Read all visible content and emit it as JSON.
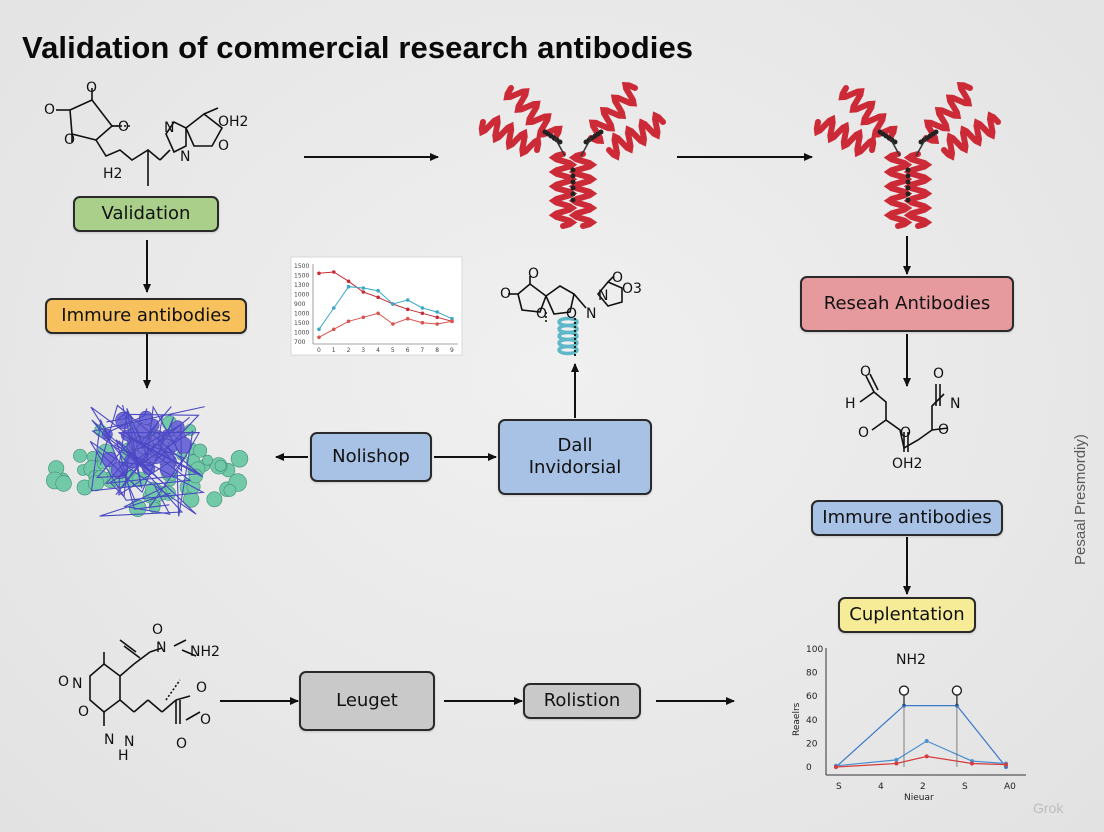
{
  "title": "Validation of commercial research antibodies",
  "boxes": {
    "validation": "Validation",
    "immure_left": "Immure antibodies",
    "nolishop": "Nolishop",
    "dall": "Dall\nInvidorsial",
    "research": "Reseah Antibodies",
    "immure_right": "Immure antibodies",
    "cuplentation": "Cuplentation",
    "leuget": "Leuget",
    "rolistion": "Rolistion"
  },
  "side_text": "Pesaal Presmordiy)",
  "watermark": "Grok",
  "chem_labels": {
    "m1_oh2": "OH2",
    "m1_h2": "H2",
    "m2_o3": "O3",
    "m2_n": "N",
    "m3_h": "H",
    "m3_oh2": "OH2",
    "m4_nh2": "NH2",
    "m4_n": "N",
    "m4_h": "H",
    "o": "O",
    "n": "N"
  },
  "colors": {
    "green": "#a9cf8a",
    "orange": "#f7c25e",
    "blue": "#a8c2e6",
    "red": "#e69a9e",
    "yellow": "#f6ec98",
    "gray": "#c9c9c9",
    "helix_red": "#cc2a36",
    "protein_purple": "#6f6cd8",
    "protein_teal": "#72c9a8",
    "helix_teal": "#5fb8c8"
  },
  "chart_data": [
    {
      "type": "line",
      "title": "",
      "xlabel": "",
      "ylabel": "",
      "categories": [
        "0",
        "1",
        "2",
        "3",
        "4",
        "5",
        "6",
        "7",
        "8",
        "9"
      ],
      "y_tick_labels": [
        "1500",
        "1500",
        "1300",
        "1000",
        "900",
        "1000",
        "1500",
        "1000",
        "700"
      ],
      "series": [
        {
          "color": "#c62c36",
          "values": [
            1380,
            1390,
            1320,
            1240,
            1200,
            1150,
            1110,
            1080,
            1050,
            1020
          ]
        },
        {
          "color": "#3aa8c8",
          "values": [
            960,
            1120,
            1280,
            1270,
            1250,
            1150,
            1180,
            1120,
            1090,
            1040
          ]
        },
        {
          "color": "#d9534f",
          "values": [
            900,
            960,
            1020,
            1050,
            1080,
            1000,
            1040,
            1010,
            1000,
            1020
          ]
        }
      ]
    },
    {
      "type": "line",
      "title": "",
      "xlabel": "Nieuar",
      "ylabel": "Reaelrs",
      "ylim": [
        0,
        100
      ],
      "y_ticks": [
        0,
        20,
        40,
        60,
        80,
        100
      ],
      "x_tick_labels": [
        "S",
        "4",
        "2",
        "S",
        "A0"
      ],
      "annotation": "NH2",
      "series": [
        {
          "color": "#3a78c8",
          "x": [
            0,
            1.8,
            3.2,
            4.5
          ],
          "values": [
            0,
            52,
            52,
            0
          ]
        },
        {
          "color": "#4a90d0",
          "x": [
            0,
            1.6,
            2.4,
            3.6,
            4.5
          ],
          "values": [
            1,
            6,
            22,
            5,
            3
          ]
        },
        {
          "color": "#d83a3a",
          "x": [
            0,
            1.6,
            2.4,
            3.6,
            4.5
          ],
          "values": [
            0,
            3,
            9,
            3,
            2
          ]
        }
      ]
    }
  ]
}
